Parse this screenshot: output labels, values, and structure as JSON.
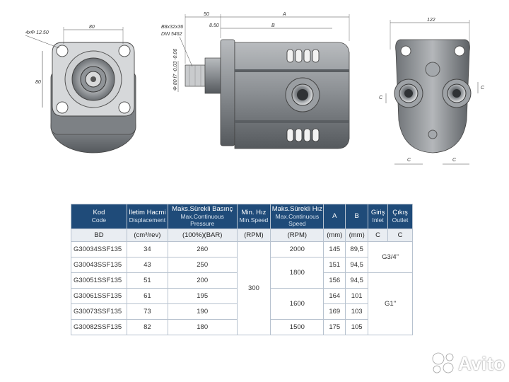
{
  "drawing_labels": {
    "dim_80_top": "80",
    "dim_80_side": "80",
    "holes": "4xΦ 12.50",
    "shaft_spec_1": "B8x32x36",
    "shaft_spec_2": "DIN 5462",
    "dim_50": "50",
    "dim_A": "A",
    "dim_850": "8.50",
    "dim_B": "B",
    "tolerance": "Φ 80 f7 -0.03 -0.06",
    "dim_122": "122",
    "dim_C_left": "C",
    "dim_C_right": "C",
    "dim_C_bottom_left": "C",
    "dim_C_bottom_right": "C"
  },
  "table": {
    "headers": [
      {
        "tr": "Kod",
        "en": "Code"
      },
      {
        "tr": "İletim Hacmi",
        "en": "Displacement"
      },
      {
        "tr": "Maks.Sürekli Basınç",
        "en": "Max.Continuous Pressure"
      },
      {
        "tr": "Min. Hız",
        "en": "Min.Speed"
      },
      {
        "tr": "Maks.Sürekli Hız",
        "en": "Max.Continuous Speed"
      },
      {
        "tr": "A",
        "en": ""
      },
      {
        "tr": "B",
        "en": ""
      },
      {
        "tr": "Giriş",
        "en": "Inlet"
      },
      {
        "tr": "Çıkış",
        "en": "Outlet"
      }
    ],
    "units": [
      "BD",
      "(cm³/rev)",
      "(100%)(BAR)",
      "(RPM)",
      "(RPM)",
      "(mm)",
      "(mm)",
      "C",
      "C"
    ],
    "rows": [
      {
        "code": "G30034SSF135",
        "disp": "34",
        "press": "260",
        "a": "145",
        "b": "89,5"
      },
      {
        "code": "G30043SSF135",
        "disp": "43",
        "press": "250",
        "a": "151",
        "b": "94,5"
      },
      {
        "code": "G30051SSF135",
        "disp": "51",
        "press": "200",
        "a": "156",
        "b": "94,5"
      },
      {
        "code": "G30061SSF135",
        "disp": "61",
        "press": "195",
        "a": "164",
        "b": "101"
      },
      {
        "code": "G30073SSF135",
        "disp": "73",
        "press": "190",
        "a": "169",
        "b": "103"
      },
      {
        "code": "G30082SSF135",
        "disp": "82",
        "press": "180",
        "a": "175",
        "b": "105"
      }
    ],
    "min_speed": "300",
    "max_speed": [
      "2000",
      "1800",
      "1600",
      "1500"
    ],
    "port_size": [
      "G3/4\"",
      "G1\""
    ]
  },
  "watermark": "Avito"
}
